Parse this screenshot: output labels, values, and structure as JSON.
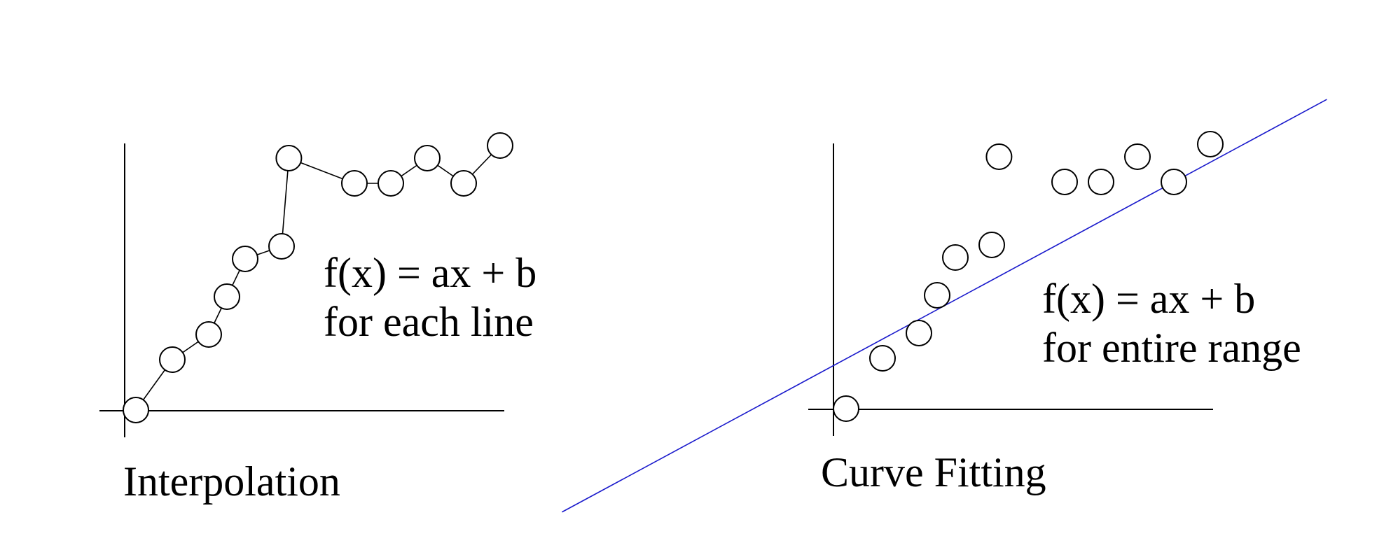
{
  "colors": {
    "fit_line": "#1a1acc"
  },
  "interpolation": {
    "caption": "Interpolation",
    "equation": "f(x) = ax + b",
    "equation_note": "for each line",
    "points": [
      [
        1,
        1
      ],
      [
        2,
        3
      ],
      [
        3,
        4
      ],
      [
        3.5,
        5.5
      ],
      [
        4,
        7
      ],
      [
        5,
        7.5
      ],
      [
        5.2,
        11
      ],
      [
        7,
        10
      ],
      [
        8,
        10
      ],
      [
        9,
        11
      ],
      [
        10,
        10
      ],
      [
        11,
        11.5
      ]
    ]
  },
  "curve_fitting": {
    "caption": "Curve Fitting",
    "equation": "f(x) = ax + b",
    "equation_note": "for entire range",
    "points": [
      [
        1,
        1
      ],
      [
        2,
        3
      ],
      [
        3,
        4
      ],
      [
        3.5,
        5.5
      ],
      [
        4,
        7
      ],
      [
        5,
        7.5
      ],
      [
        5.2,
        11
      ],
      [
        7,
        10
      ],
      [
        8,
        10
      ],
      [
        9,
        11
      ],
      [
        10,
        10
      ],
      [
        11,
        11.5
      ]
    ],
    "fit": {
      "slope": 0.78,
      "intercept": 2.2
    }
  }
}
